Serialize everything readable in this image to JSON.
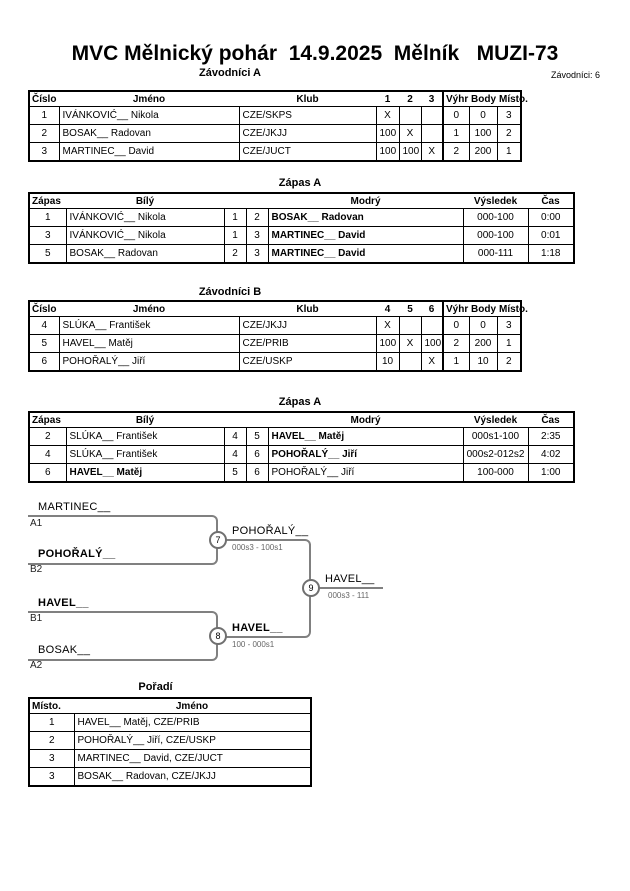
{
  "page": {
    "title": "MVC Mělnický pohár  14.9.2025  Mělník   MUZI-73",
    "competitors_count": "Závodníci: 6"
  },
  "sections": {
    "group_a_title": "Závodníci A",
    "matches_a_title": "Zápas A",
    "group_b_title": "Závodníci B",
    "matches_b_title": "Zápas A",
    "ranking_title": "Pořadí"
  },
  "competitors_headers": {
    "number": "Číslo",
    "name": "Jméno",
    "club": "Klub",
    "wins": "Výhr",
    "points": "Body",
    "place": "Místo."
  },
  "group_a": {
    "round_cols": [
      "1",
      "2",
      "3"
    ],
    "rows": [
      {
        "number": "1",
        "name": "IVÁNKOVIĆ__ Nikola",
        "club": "CZE/SKPS",
        "c1": "X",
        "c2": "",
        "c3": "",
        "wins": "0",
        "points": "0",
        "place": "3"
      },
      {
        "number": "2",
        "name": "BOSAK__ Radovan",
        "club": "CZE/JKJJ",
        "c1": "100",
        "c2": "X",
        "c3": "",
        "wins": "1",
        "points": "100",
        "place": "2"
      },
      {
        "number": "3",
        "name": "MARTINEC__ David",
        "club": "CZE/JUCT",
        "c1": "100",
        "c2": "100",
        "c3": "X",
        "wins": "2",
        "points": "200",
        "place": "1"
      }
    ]
  },
  "group_b": {
    "round_cols": [
      "4",
      "5",
      "6"
    ],
    "rows": [
      {
        "number": "4",
        "name": "SLÚKA__ František",
        "club": "CZE/JKJJ",
        "c1": "X",
        "c2": "",
        "c3": "",
        "wins": "0",
        "points": "0",
        "place": "3"
      },
      {
        "number": "5",
        "name": "HAVEL__ Matěj",
        "club": "CZE/PRIB",
        "c1": "100",
        "c2": "X",
        "c3": "100",
        "wins": "2",
        "points": "200",
        "place": "1"
      },
      {
        "number": "6",
        "name": "POHOŘALÝ__ Jiří",
        "club": "CZE/USKP",
        "c1": "10",
        "c2": "",
        "c3": "X",
        "wins": "1",
        "points": "10",
        "place": "2"
      }
    ]
  },
  "match_headers": {
    "match": "Zápas",
    "white": "Bílý",
    "blue": "Modrý",
    "result": "Výsledek",
    "time": "Čas"
  },
  "matches_a": {
    "rows": [
      {
        "match": "1",
        "white": "IVÁNKOVIĆ__ Nikola",
        "white_winner": false,
        "wn": "1",
        "bn": "2",
        "blue": "BOSAK__ Radovan",
        "blue_winner": true,
        "result": "000-100",
        "time": "0:00"
      },
      {
        "match": "3",
        "white": "IVÁNKOVIĆ__ Nikola",
        "white_winner": false,
        "wn": "1",
        "bn": "3",
        "blue": "MARTINEC__ David",
        "blue_winner": true,
        "result": "000-100",
        "time": "0:01"
      },
      {
        "match": "5",
        "white": "BOSAK__ Radovan",
        "white_winner": false,
        "wn": "2",
        "bn": "3",
        "blue": "MARTINEC__ David",
        "blue_winner": true,
        "result": "000-111",
        "time": "1:18"
      }
    ]
  },
  "matches_b": {
    "rows": [
      {
        "match": "2",
        "white": "SLÚKA__ František",
        "white_winner": false,
        "wn": "4",
        "bn": "5",
        "blue": "HAVEL__ Matěj",
        "blue_winner": true,
        "result": "000s1-100",
        "time": "2:35"
      },
      {
        "match": "4",
        "white": "SLÚKA__ František",
        "white_winner": false,
        "wn": "4",
        "bn": "6",
        "blue": "POHOŘALÝ__ Jiří",
        "blue_winner": true,
        "result": "000s2-012s2",
        "time": "4:02"
      },
      {
        "match": "6",
        "white": "HAVEL__ Matěj",
        "white_winner": true,
        "wn": "5",
        "bn": "6",
        "blue": "POHOŘALÝ__ Jiří",
        "blue_winner": false,
        "result": "100-000",
        "time": "1:00"
      }
    ]
  },
  "bracket": {
    "slot_a1": {
      "name": "MARTINEC__",
      "tag": "A1",
      "winner": false
    },
    "slot_b2": {
      "name": "POHOŘALÝ__",
      "tag": "B2",
      "winner": true
    },
    "slot_b1": {
      "name": "HAVEL__",
      "tag": "B1",
      "winner": true
    },
    "slot_a2": {
      "name": "BOSAK__",
      "tag": "A2",
      "winner": false
    },
    "match7": {
      "number": "7",
      "winner": "POHOŘALÝ__",
      "score": "000s3 - 100s1",
      "winner_bold": false
    },
    "match8": {
      "number": "8",
      "winner": "HAVEL__",
      "score": "100 - 000s1",
      "winner_bold": true
    },
    "match9": {
      "number": "9",
      "winner": "HAVEL__",
      "score": "000s3 - 111",
      "winner_bold": false
    }
  },
  "ranking": {
    "headers": {
      "place": "Místo.",
      "name": "Jméno"
    },
    "rows": [
      {
        "place": "1",
        "name": "HAVEL__ Matěj, CZE/PRIB"
      },
      {
        "place": "2",
        "name": "POHOŘALÝ__ Jiří, CZE/USKP"
      },
      {
        "place": "3",
        "name": "MARTINEC__ David, CZE/JUCT"
      },
      {
        "place": "3",
        "name": "BOSAK__ Radovan, CZE/JKJJ"
      }
    ]
  }
}
